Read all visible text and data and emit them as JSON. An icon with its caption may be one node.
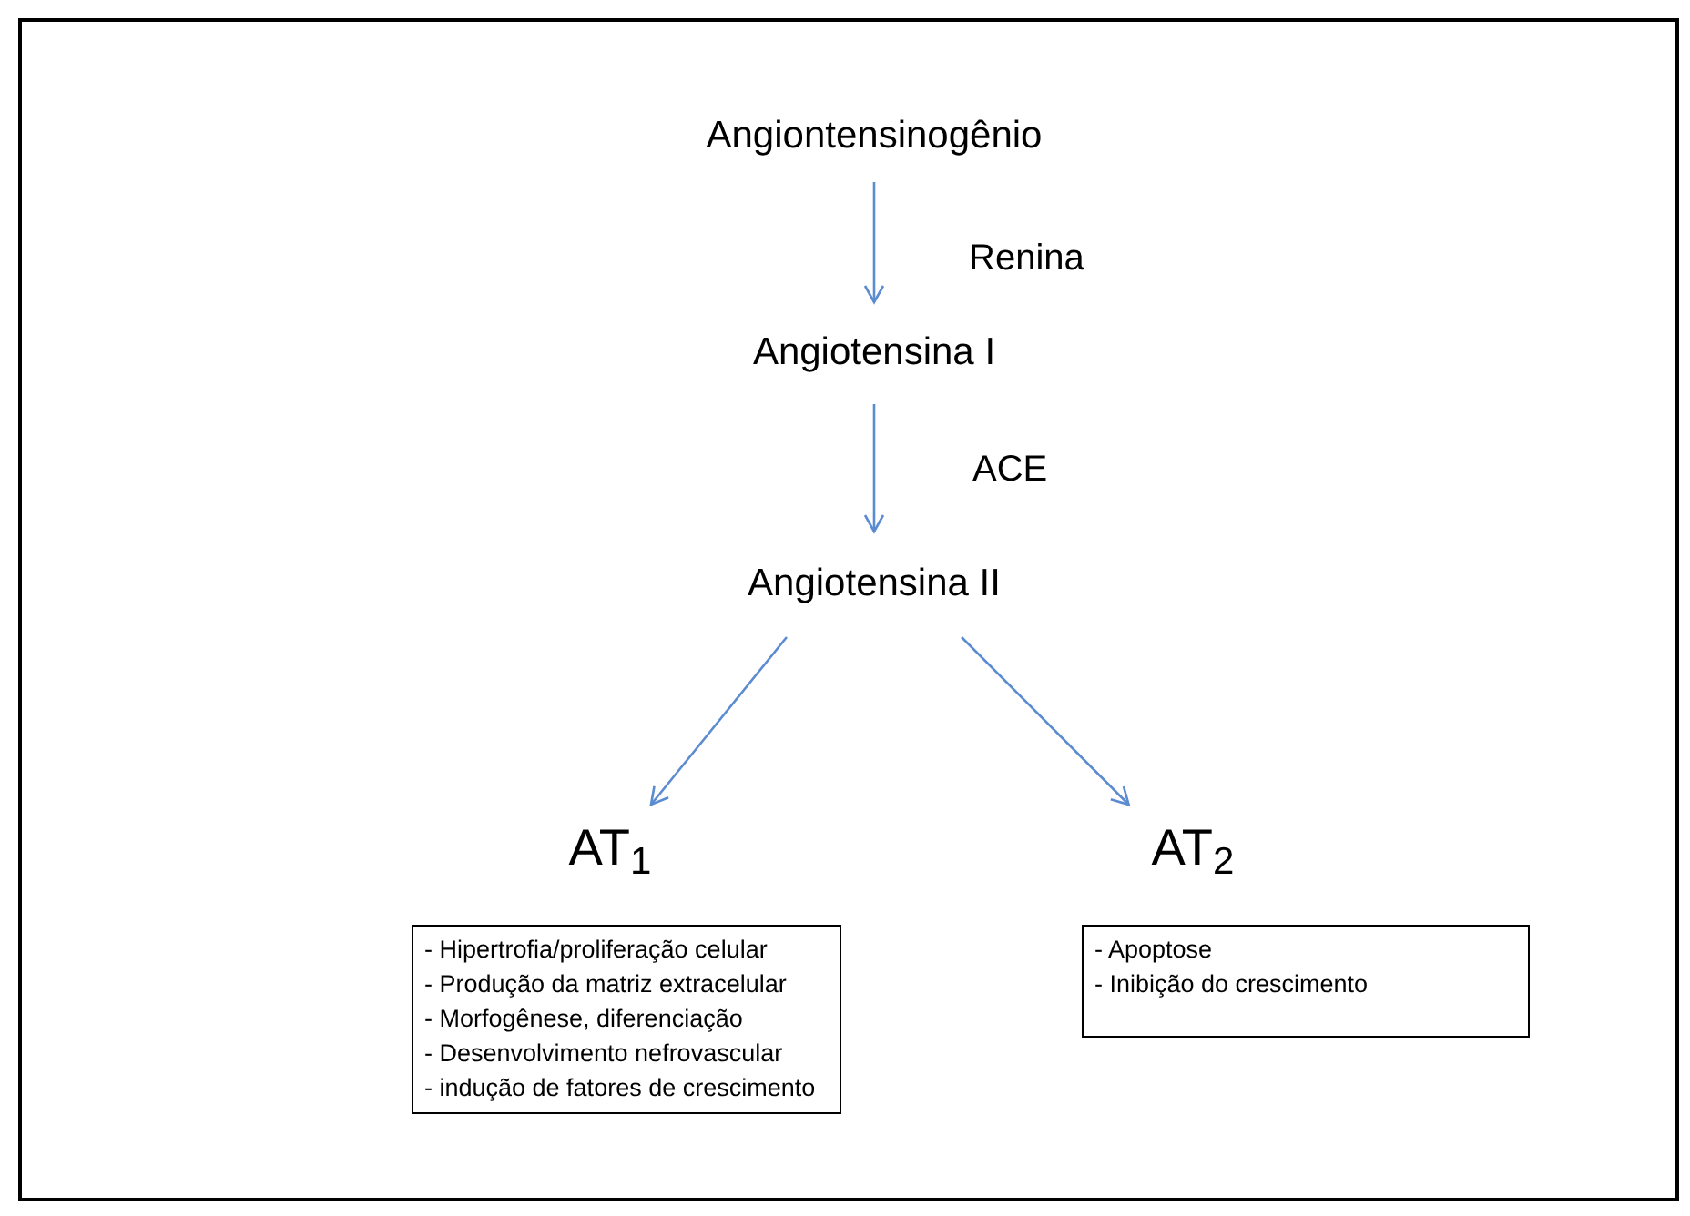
{
  "diagram": {
    "nodes": [
      {
        "text": [
          "Angiontensinogênio"
        ]
      },
      {
        "text": [
          "Angiotensina I"
        ]
      },
      {
        "text": [
          "Angiotensina II"
        ]
      },
      {
        "text": [
          "AT$_{1}$"
        ]
      },
      {
        "text": [
          "AT$_{2}$"
        ]
      },
      {
        "text": [
          "- Hipertrofia/proliferação celular",
          "- Produção da matriz extracelular",
          "- Morfogênese, diferenciação",
          "- Desenvolvimento nefrovascular",
          "- indução de fatores de crescimento"
        ]
      },
      {
        "text": [
          "- Apoptose",
          "- Inibição do crescimento"
        ]
      }
    ],
    "edges": [
      {
        "from": 0,
        "to": 1,
        "arrow": "to",
        "label": "Renina"
      },
      {
        "from": 1,
        "to": 2,
        "arrow": "to",
        "label": "ACE"
      },
      {
        "from": 2,
        "to": 3,
        "arrow": "to"
      },
      {
        "from": 2,
        "to": 4,
        "arrow": "to"
      }
    ]
  }
}
